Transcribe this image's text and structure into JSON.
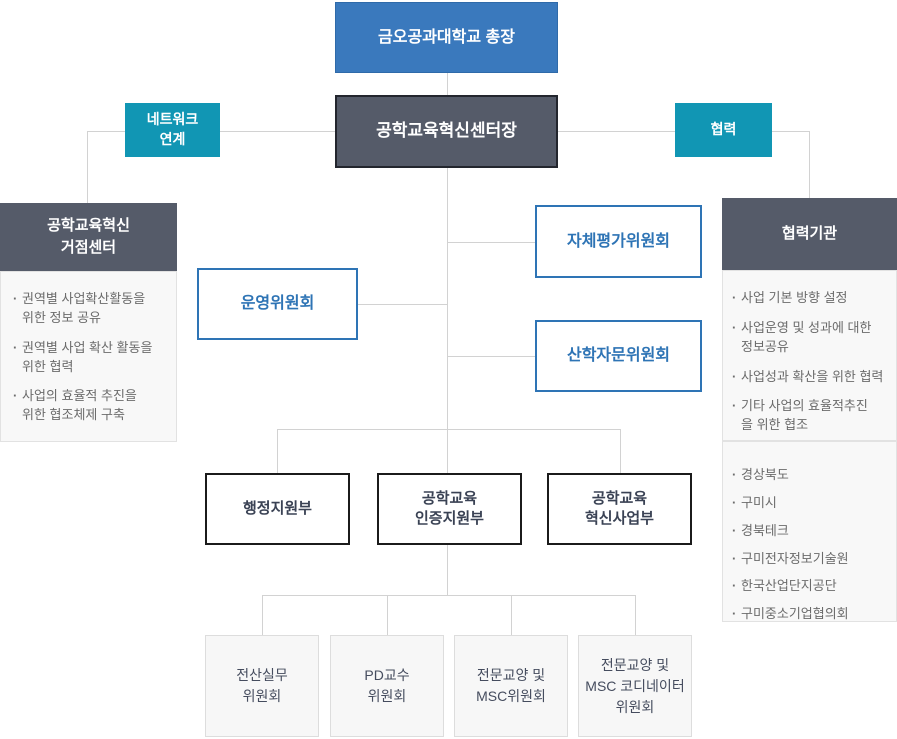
{
  "colors": {
    "primary_blue": "#3a79bd",
    "teal": "#1196b4",
    "dark_slate": "#555b69",
    "committee_blue": "#2e74b5",
    "panel_bg": "#f8f8f8",
    "line_gray": "#d2d2d2"
  },
  "nodes": {
    "president": {
      "label": "금오공과대학교 총장"
    },
    "center_head": {
      "label": "공학교육혁신센터장"
    },
    "network_link": {
      "label": "네트워크\n연계"
    },
    "cooperation": {
      "label": "협력"
    },
    "hub_center": {
      "title": "공학교육혁신\n거점센터",
      "items": [
        "권역별 사업확산활동을\n위한 정보 공유",
        "권역별 사업 확산 활동을\n위한 협력",
        "사업의 효율적 추진을\n위한 협조체제 구축"
      ]
    },
    "steering_committee": {
      "label": "운영위원회"
    },
    "self_evaluation_committee": {
      "label": "자체평가위원회"
    },
    "industry_advisory_committee": {
      "label": "산학자문위원회"
    },
    "partner_orgs": {
      "title": "협력기관",
      "items": [
        "사업 기본 방향 설정",
        "사업운영 및 성과에 대한\n정보공유",
        "사업성과 확산을 위한 협력",
        "기타 사업의 효율적추진\n을 위한 협조"
      ],
      "orgs": [
        "경상북도",
        "구미시",
        "경북테크",
        "구미전자정보기술원",
        "한국산업단지공단",
        "구미중소기업협의회"
      ]
    },
    "departments": [
      {
        "label": "행정지원부"
      },
      {
        "label": "공학교육\n인증지원부"
      },
      {
        "label": "공학교육\n혁신사업부"
      }
    ],
    "committees": [
      {
        "label": "전산실무\n위원회"
      },
      {
        "label": "PD교수\n위원회"
      },
      {
        "label": "전문교양 및\nMSC위원회"
      },
      {
        "label": "전문교양 및\nMSC 코디네이터\n위원회"
      }
    ]
  }
}
